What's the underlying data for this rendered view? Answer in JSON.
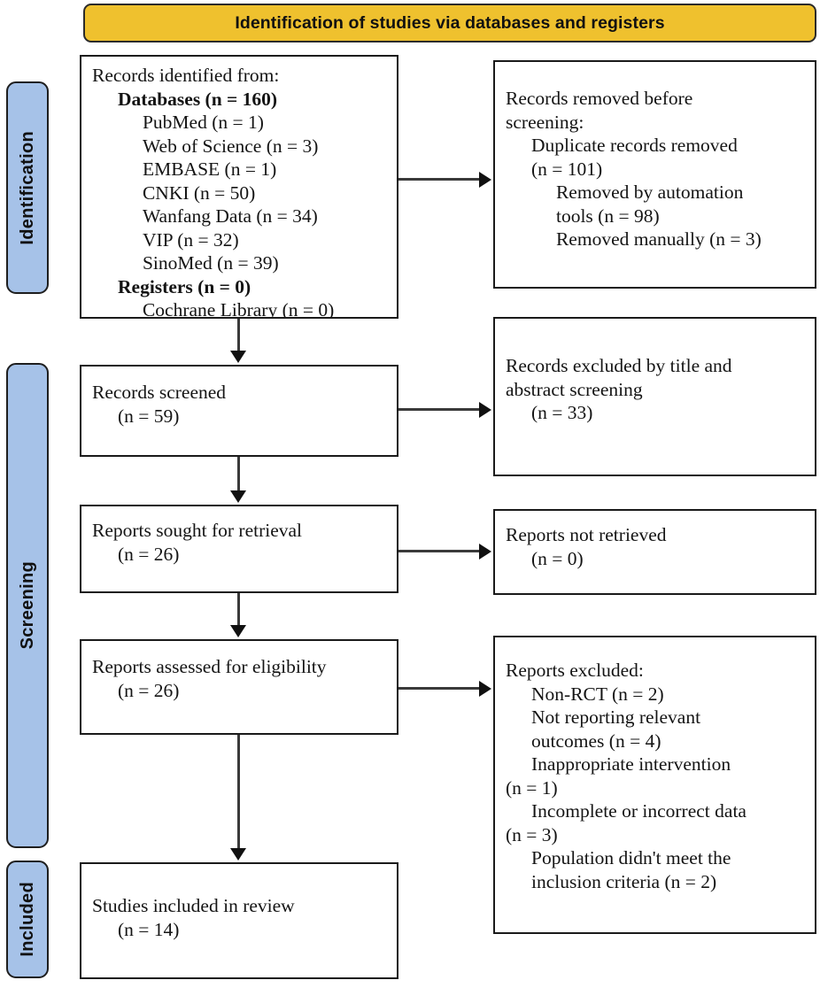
{
  "diagram": {
    "type": "PRISMA flow diagram",
    "banner": {
      "identification": "Identification of studies via databases and registers"
    },
    "stages": [
      {
        "id": "identification",
        "label": "Identification"
      },
      {
        "id": "screening",
        "label": "Screening"
      },
      {
        "id": "included",
        "label": "Included"
      }
    ],
    "boxes": {
      "records_identified": {
        "lines": [
          {
            "text": "Records identified from:",
            "indent": 0,
            "bold": false
          },
          {
            "text": "Databases (n = 160)",
            "indent": 1,
            "bold": true
          },
          {
            "text": "PubMed (n = 1)",
            "indent": 2,
            "bold": false
          },
          {
            "text": "Web of Science (n = 3)",
            "indent": 2,
            "bold": false
          },
          {
            "text": "EMBASE (n = 1)",
            "indent": 2,
            "bold": false
          },
          {
            "text": "CNKI (n = 50)",
            "indent": 2,
            "bold": false
          },
          {
            "text": "Wanfang Data (n = 34)",
            "indent": 2,
            "bold": false
          },
          {
            "text": "VIP (n = 32)",
            "indent": 2,
            "bold": false
          },
          {
            "text": "SinoMed (n = 39)",
            "indent": 2,
            "bold": false
          },
          {
            "text": "Registers (n = 0)",
            "indent": 1,
            "bold": true
          },
          {
            "text": "Cochrane Library (n = 0)",
            "indent": 2,
            "bold": false
          }
        ]
      },
      "records_removed": {
        "lines": [
          {
            "text": "Records removed before",
            "indent": 0,
            "bold": false
          },
          {
            "text": "screening:",
            "indent": 0,
            "bold": false
          },
          {
            "text": "Duplicate records removed",
            "indent": 1,
            "bold": false
          },
          {
            "text": "(n = 101)",
            "indent": 1,
            "bold": false
          },
          {
            "text": "Removed by automation",
            "indent": 2,
            "bold": false
          },
          {
            "text": "tools (n = 98)",
            "indent": 2,
            "bold": false
          },
          {
            "text": "Removed manually (n = 3)",
            "indent": 2,
            "bold": false
          }
        ]
      },
      "records_screened": {
        "lines": [
          {
            "text": "Records screened",
            "indent": 0,
            "bold": false
          },
          {
            "text": "(n = 59)",
            "indent": 1,
            "bold": false
          }
        ]
      },
      "records_excluded": {
        "lines": [
          {
            "text": "Records excluded by title and",
            "indent": 0,
            "bold": false
          },
          {
            "text": "abstract screening",
            "indent": 0,
            "bold": false
          },
          {
            "text": "(n = 33)",
            "indent": 1,
            "bold": false
          }
        ]
      },
      "reports_sought": {
        "lines": [
          {
            "text": "Reports sought for retrieval",
            "indent": 0,
            "bold": false
          },
          {
            "text": "(n = 26)",
            "indent": 1,
            "bold": false
          }
        ]
      },
      "reports_not_retrieved": {
        "lines": [
          {
            "text": "Reports not retrieved",
            "indent": 0,
            "bold": false
          },
          {
            "text": "(n = 0)",
            "indent": 1,
            "bold": false
          }
        ]
      },
      "reports_assessed": {
        "lines": [
          {
            "text": "Reports assessed for eligibility",
            "indent": 0,
            "bold": false
          },
          {
            "text": "(n = 26)",
            "indent": 1,
            "bold": false
          }
        ]
      },
      "reports_excluded": {
        "lines": [
          {
            "text": "Reports excluded:",
            "indent": 0,
            "bold": false
          },
          {
            "text": "Non-RCT (n = 2)",
            "indent": 1,
            "bold": false
          },
          {
            "text": "Not reporting relevant",
            "indent": 1,
            "bold": false
          },
          {
            "text": "outcomes (n = 4)",
            "indent": 1,
            "bold": false
          },
          {
            "text": "Inappropriate intervention",
            "indent": 1,
            "bold": false
          },
          {
            "text": "(n = 1)",
            "indent": 0,
            "bold": false
          },
          {
            "text": "Incomplete or incorrect data",
            "indent": 1,
            "bold": false
          },
          {
            "text": "(n = 3)",
            "indent": 0,
            "bold": false
          },
          {
            "text": "Population didn't meet the",
            "indent": 1,
            "bold": false
          },
          {
            "text": "inclusion criteria (n = 2)",
            "indent": 1,
            "bold": false
          }
        ]
      },
      "studies_included": {
        "lines": [
          {
            "text": "Studies included in review",
            "indent": 0,
            "bold": false
          },
          {
            "text": "(n = 14)",
            "indent": 1,
            "bold": false
          }
        ]
      }
    },
    "colors": {
      "banner_fill": "#EFC12E",
      "stage_fill": "#A6C2E8",
      "box_border": "#1a1a1a",
      "connector": "#3a3a3a",
      "text": "#141414"
    }
  }
}
